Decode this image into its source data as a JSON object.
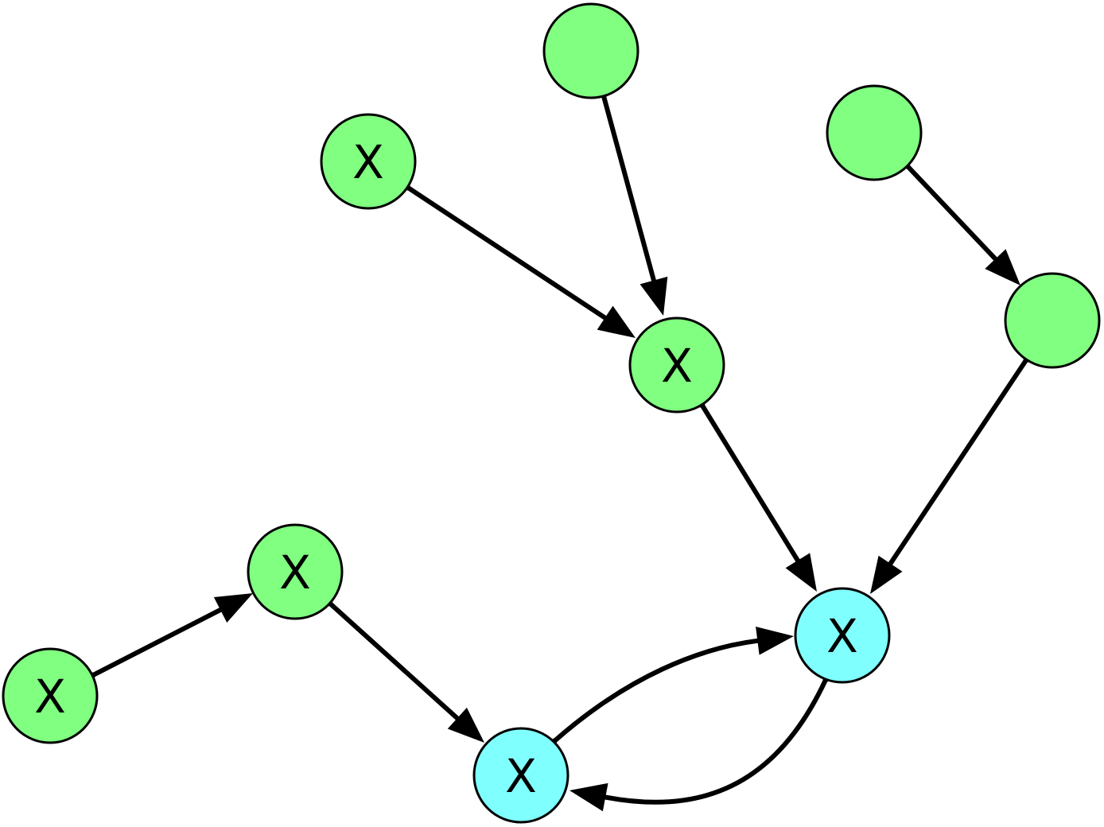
{
  "diagram": {
    "colors": {
      "green_node": "#80ff80",
      "cyan_node": "#80ffff",
      "stroke": "#000000",
      "background": "#ffffff"
    },
    "nodes": [
      {
        "id": "n1",
        "label": "",
        "fill": "green"
      },
      {
        "id": "n2",
        "label": "X",
        "fill": "green"
      },
      {
        "id": "n3",
        "label": "",
        "fill": "green"
      },
      {
        "id": "n4",
        "label": "X",
        "fill": "green"
      },
      {
        "id": "n5",
        "label": "",
        "fill": "green"
      },
      {
        "id": "n6",
        "label": "X",
        "fill": "green"
      },
      {
        "id": "n7",
        "label": "X",
        "fill": "green"
      },
      {
        "id": "n8",
        "label": "X",
        "fill": "cyan"
      },
      {
        "id": "n9",
        "label": "X",
        "fill": "cyan"
      }
    ],
    "edges": [
      {
        "from": "n1",
        "to": "n4"
      },
      {
        "from": "n2",
        "to": "n4"
      },
      {
        "from": "n3",
        "to": "n5"
      },
      {
        "from": "n4",
        "to": "n8"
      },
      {
        "from": "n5",
        "to": "n8"
      },
      {
        "from": "n7",
        "to": "n6"
      },
      {
        "from": "n6",
        "to": "n9"
      },
      {
        "from": "n9",
        "to": "n8"
      },
      {
        "from": "n8",
        "to": "n9"
      }
    ]
  }
}
